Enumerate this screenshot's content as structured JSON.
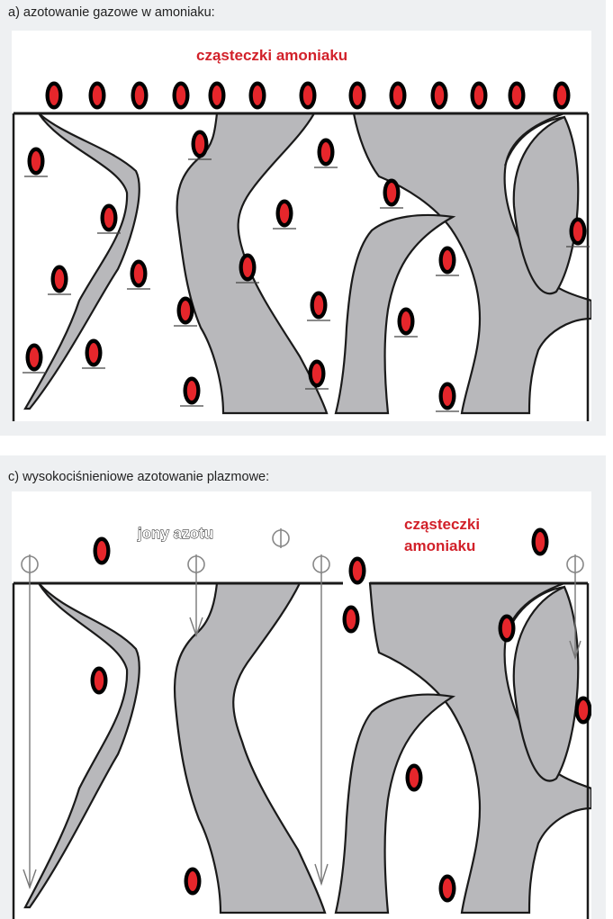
{
  "panel_a": {
    "caption": "a) azotowanie gazowe w amoniaku:",
    "label": "cząsteczki amoniaku"
  },
  "panel_c": {
    "caption": "c) wysokociśnieniowe azotowanie plazmowe:",
    "label_ions": "jony azotu",
    "label_ammonia_line1": "cząsteczki",
    "label_ammonia_line2": "amoniaku"
  },
  "colors": {
    "grain": "#b8b8bb",
    "molecule_fill": "#e6262b",
    "molecule_outline": "#000000",
    "label_red": "#d2212a",
    "panel_background": "#eef0f2"
  }
}
